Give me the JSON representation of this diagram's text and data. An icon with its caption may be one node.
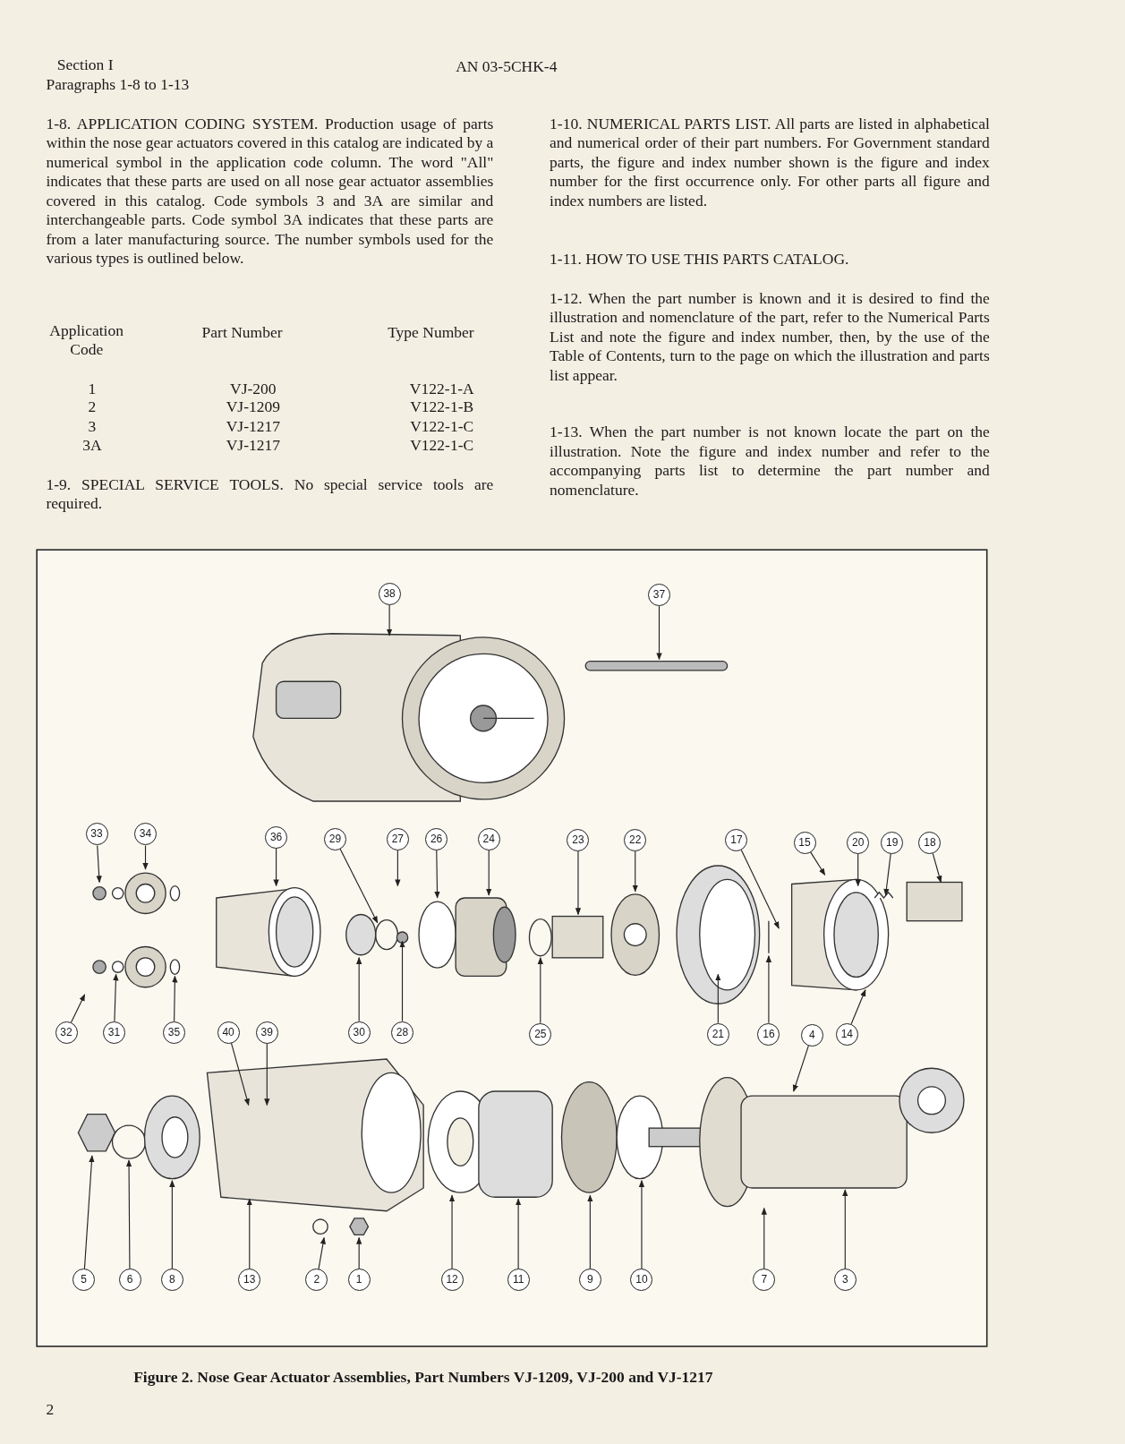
{
  "diagram": {
    "caption": "Figure 2. Nose Gear Actuator Assemblies, Part Numbers VJ-1209, VJ-200 and VJ-1217",
    "nodes": [
      {
        "text": [
          "38"
        ]
      },
      {
        "text": [
          "37"
        ]
      },
      {
        "text": [
          "33"
        ]
      },
      {
        "text": [
          "34"
        ]
      },
      {
        "text": [
          "36"
        ]
      },
      {
        "text": [
          "29"
        ]
      },
      {
        "text": [
          "27"
        ]
      },
      {
        "text": [
          "26"
        ]
      },
      {
        "text": [
          "24"
        ]
      },
      {
        "text": [
          "23"
        ]
      },
      {
        "text": [
          "22"
        ]
      },
      {
        "text": [
          "17"
        ]
      },
      {
        "text": [
          "15"
        ]
      },
      {
        "text": [
          "20"
        ]
      },
      {
        "text": [
          "19"
        ]
      },
      {
        "text": [
          "18"
        ]
      },
      {
        "text": [
          "32"
        ]
      },
      {
        "text": [
          "31"
        ]
      },
      {
        "text": [
          "35"
        ]
      },
      {
        "text": [
          "40"
        ]
      },
      {
        "text": [
          "39"
        ]
      },
      {
        "text": [
          "30"
        ]
      },
      {
        "text": [
          "28"
        ]
      },
      {
        "text": [
          "25"
        ]
      },
      {
        "text": [
          "21"
        ]
      },
      {
        "text": [
          "16"
        ]
      },
      {
        "text": [
          "4"
        ]
      },
      {
        "text": [
          "14"
        ]
      },
      {
        "text": [
          "5"
        ]
      },
      {
        "text": [
          "6"
        ]
      },
      {
        "text": [
          "8"
        ]
      },
      {
        "text": [
          "13"
        ]
      },
      {
        "text": [
          "2"
        ]
      },
      {
        "text": [
          "1"
        ]
      },
      {
        "text": [
          "12"
        ]
      },
      {
        "text": [
          "11"
        ]
      },
      {
        "text": [
          "9"
        ]
      },
      {
        "text": [
          "10"
        ]
      },
      {
        "text": [
          "7"
        ]
      },
      {
        "text": [
          "3"
        ]
      }
    ],
    "edges": [
      {
        "from": 0,
        "to": null,
        "arrow": "to"
      },
      {
        "from": 1,
        "to": null,
        "arrow": "to"
      },
      {
        "from": 2,
        "to": null,
        "arrow": "to"
      },
      {
        "from": 3,
        "to": null,
        "arrow": "to"
      },
      {
        "from": 4,
        "to": null,
        "arrow": "to"
      },
      {
        "from": 5,
        "to": null,
        "arrow": "to"
      },
      {
        "from": 6,
        "to": null,
        "arrow": "to"
      },
      {
        "from": 7,
        "to": null,
        "arrow": "to"
      },
      {
        "from": 8,
        "to": null,
        "arrow": "to"
      },
      {
        "from": 9,
        "to": null,
        "arrow": "to"
      },
      {
        "from": 10,
        "to": null,
        "arrow": "to"
      },
      {
        "from": 11,
        "to": null,
        "arrow": "to"
      },
      {
        "from": 12,
        "to": null,
        "arrow": "to"
      },
      {
        "from": 13,
        "to": null,
        "arrow": "to"
      },
      {
        "from": 14,
        "to": null,
        "arrow": "to"
      },
      {
        "from": 15,
        "to": null,
        "arrow": "to"
      },
      {
        "from": 16,
        "to": null,
        "arrow": "to"
      },
      {
        "from": 17,
        "to": null,
        "arrow": "to"
      },
      {
        "from": 18,
        "to": null,
        "arrow": "to"
      },
      {
        "from": 19,
        "to": null,
        "arrow": "to"
      },
      {
        "from": 20,
        "to": null,
        "arrow": "to"
      },
      {
        "from": 21,
        "to": null,
        "arrow": "to"
      },
      {
        "from": 22,
        "to": null,
        "arrow": "to"
      },
      {
        "from": 23,
        "to": null,
        "arrow": "to"
      },
      {
        "from": 24,
        "to": null,
        "arrow": "to"
      },
      {
        "from": 25,
        "to": null,
        "arrow": "to"
      },
      {
        "from": 26,
        "to": null,
        "arrow": "to"
      },
      {
        "from": 27,
        "to": null,
        "arrow": "to"
      },
      {
        "from": 28,
        "to": null,
        "arrow": "to"
      },
      {
        "from": 29,
        "to": null,
        "arrow": "to"
      },
      {
        "from": 30,
        "to": null,
        "arrow": "to"
      },
      {
        "from": 31,
        "to": null,
        "arrow": "to"
      },
      {
        "from": 32,
        "to": null,
        "arrow": "to"
      },
      {
        "from": 33,
        "to": null,
        "arrow": "to"
      },
      {
        "from": 34,
        "to": null,
        "arrow": "to"
      },
      {
        "from": 35,
        "to": null,
        "arrow": "to"
      },
      {
        "from": 36,
        "to": null,
        "arrow": "to"
      },
      {
        "from": 37,
        "to": null,
        "arrow": "to"
      },
      {
        "from": 38,
        "to": null,
        "arrow": "to"
      },
      {
        "from": 39,
        "to": null,
        "arrow": "to"
      }
    ],
    "labels": [
      "Section I",
      "Paragraphs 1-8 to 1-13",
      "AN 03-5CHK-4",
      "1-8. APPLICATION CODING SYSTEM. Production usage of parts within the nose gear actuators covered in this catalog are indicated by a numerical symbol in the application code column. The word \"All\" indicates that these parts are used on all nose gear actuator assemblies covered in this catalog. Code symbols 3 and 3A are similar and interchangeable parts. Code symbol 3A indicates that these parts are from a later manufacturing source. The number symbols used for the various types is outlined below.",
      "Application Code",
      "Part Number",
      "Type Number",
      "1",
      "VJ-200",
      "V122-1-A",
      "2",
      "VJ-1209",
      "V122-1-B",
      "3",
      "VJ-1217",
      "V122-1-C",
      "3A",
      "VJ-1217",
      "V122-1-C",
      "1-9. SPECIAL SERVICE TOOLS. No special service tools are required.",
      "1-10. NUMERICAL PARTS LIST. All parts are listed in alphabetical and numerical order of their part numbers. For Government standard parts, the figure and index number shown is the figure and index number for the first occurrence only. For other parts all figure and index numbers are listed.",
      "1-11. HOW TO USE THIS PARTS CATALOG.",
      "1-12. When the part number is known and it is desired to find the illustration and nomenclature of the part, refer to the Numerical Parts List and note the figure and index number, then, by the use of the Table of Contents, turn to the page on which the illustration and parts list appear.",
      "1-13. When the part number is not known locate the part on the illustration. Note the figure and index number and refer to the accompanying parts list to determine the part number and nomenclature.",
      "2"
    ]
  }
}
